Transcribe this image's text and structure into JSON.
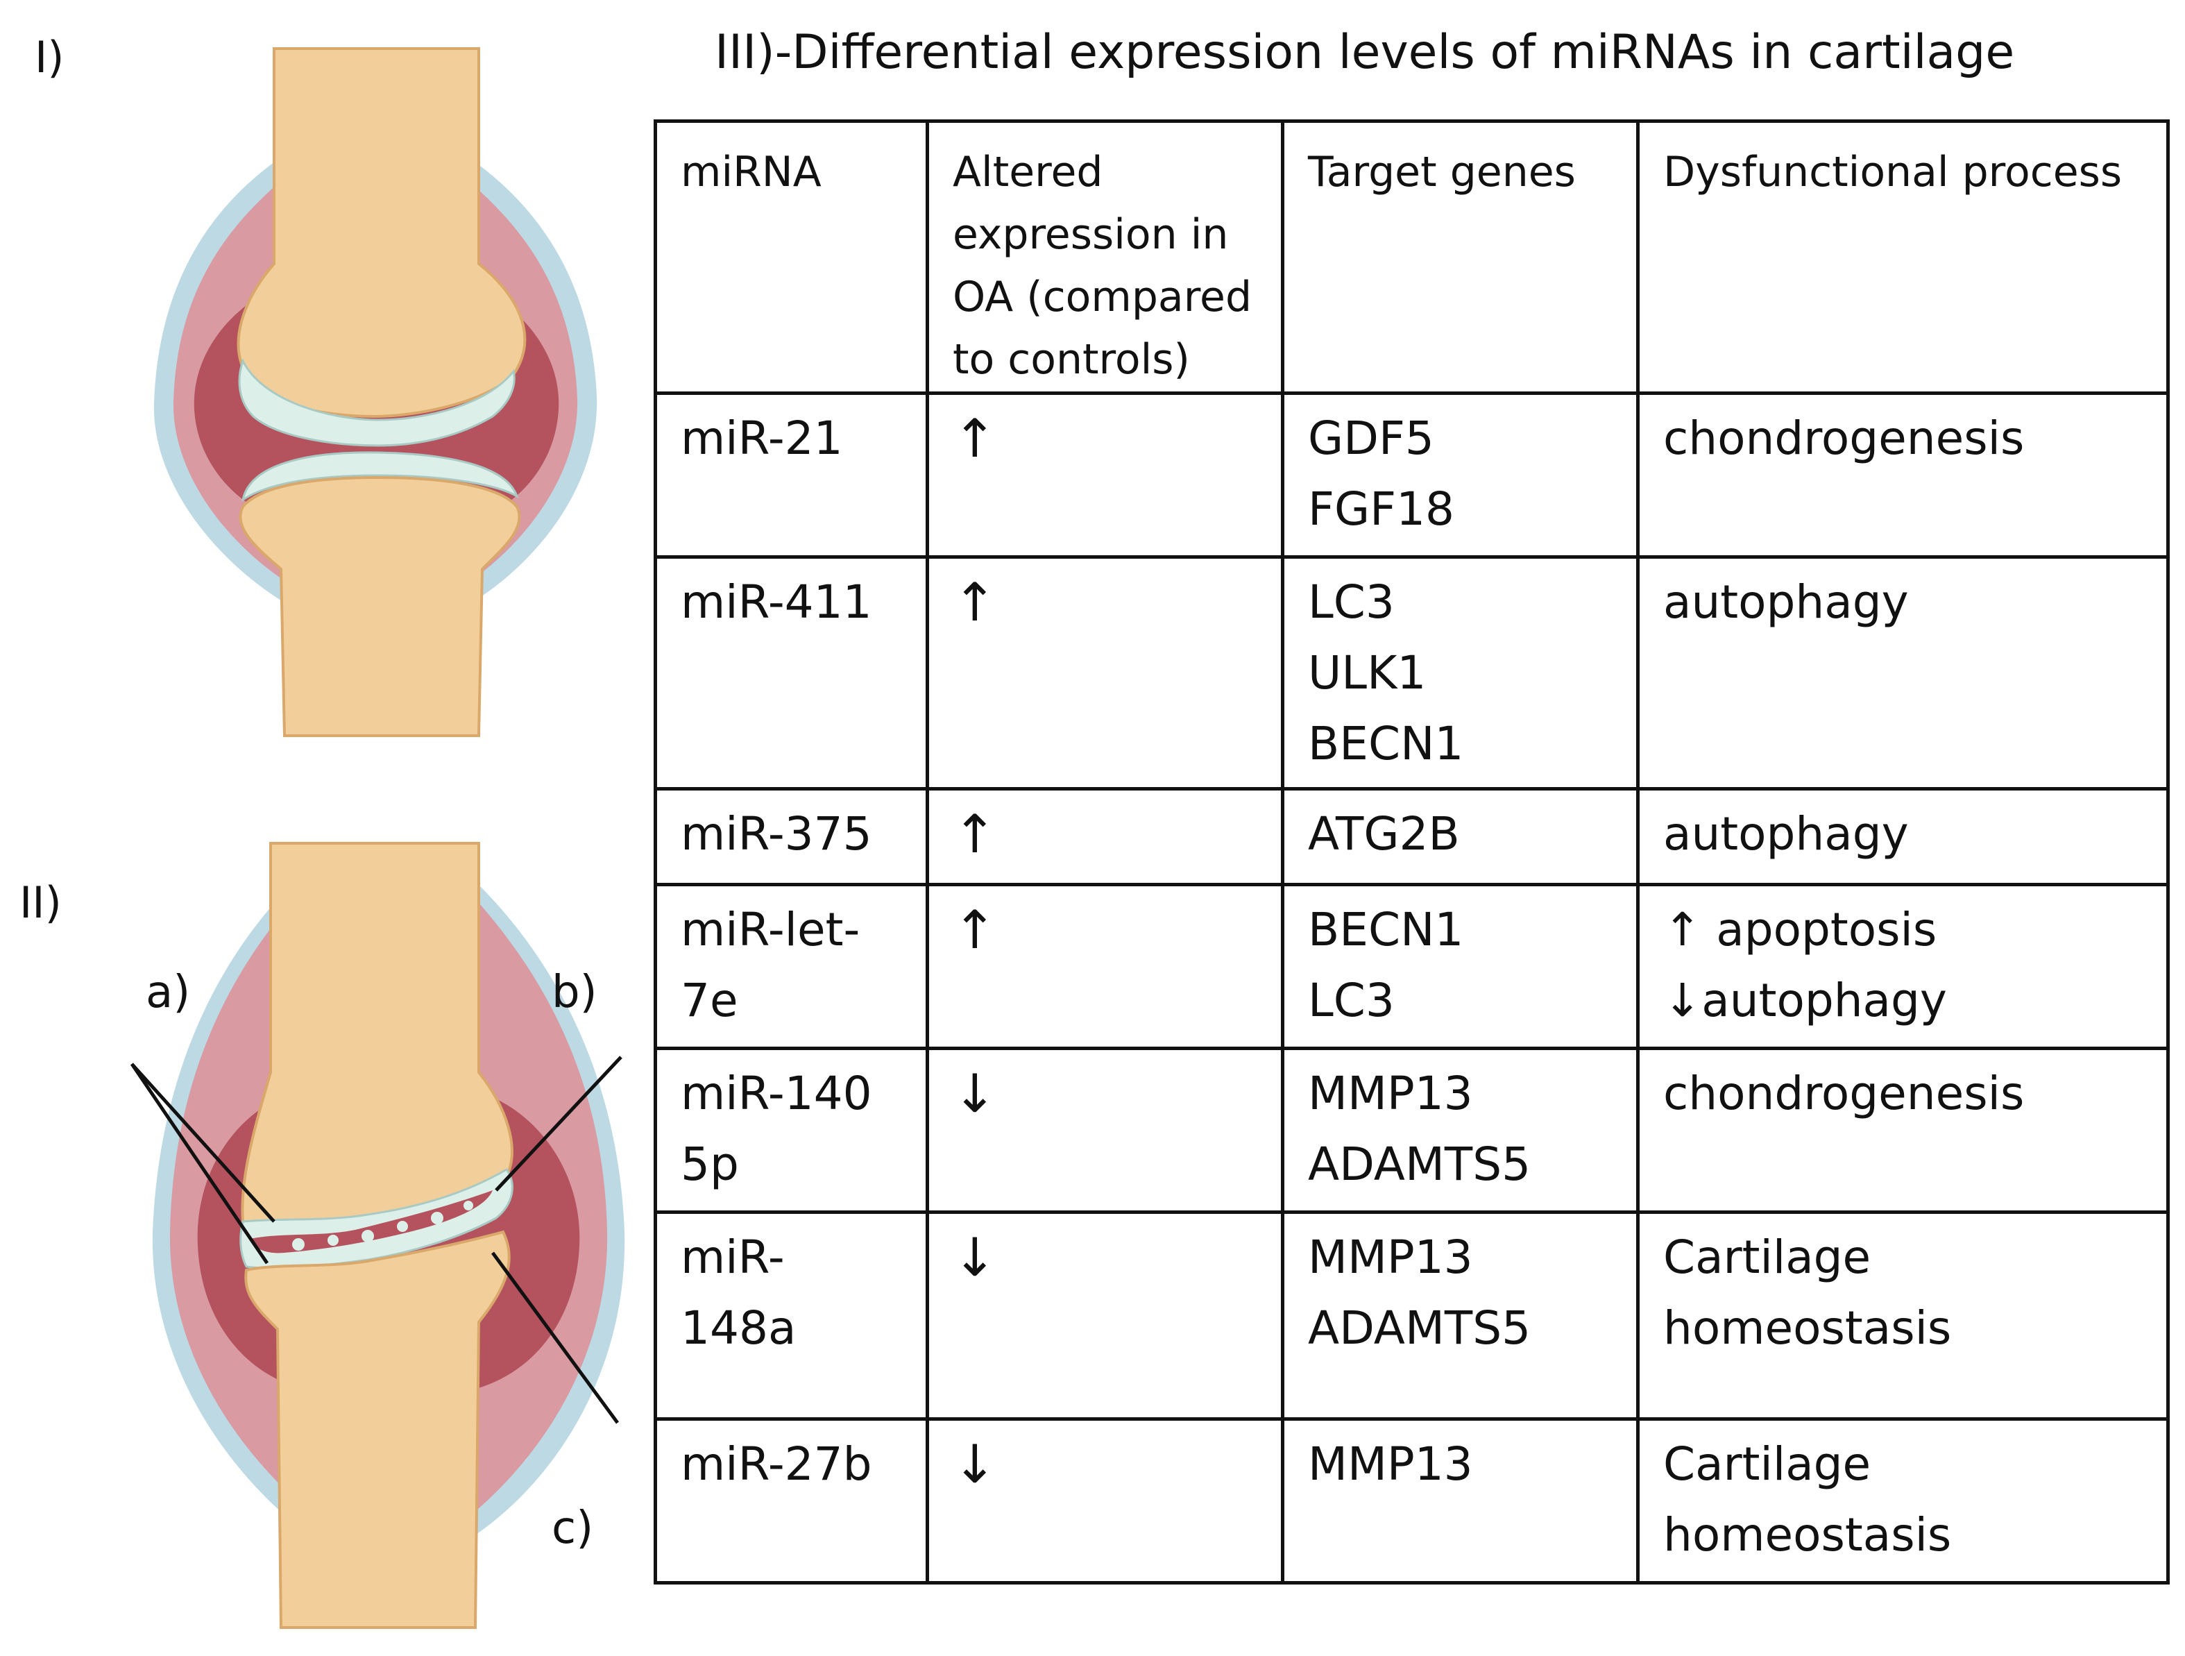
{
  "panels": {
    "healthy_label": "I)",
    "oa_label": "II)",
    "annotations": {
      "a": "a)",
      "b": "b)",
      "c": "c)"
    }
  },
  "colors": {
    "bone": "#f2cf9a",
    "bone_shadow": "#d9a86a",
    "synovium": "#d99aa2",
    "capsule": "#bcd9e4",
    "joint_cavity": "#b4525e",
    "cartilage": "#dcefe9"
  },
  "table": {
    "title": "III)-Differential expression levels of miRNAs in cartilage",
    "headers": [
      [
        "miRNA"
      ],
      [
        "Altered",
        "expression  in",
        "OA (compared",
        "to  controls)"
      ],
      [
        "Target genes"
      ],
      [
        "Dysfunctional  process"
      ]
    ],
    "rows": [
      {
        "mirna": [
          "miR-21"
        ],
        "change": "↑",
        "targets": [
          "GDF5",
          "FGF18"
        ],
        "process": [
          "chondrogenesis"
        ]
      },
      {
        "mirna": [
          "miR-411"
        ],
        "change": "↑",
        "targets": [
          "LC3",
          "ULK1",
          "BECN1"
        ],
        "process": [
          "autophagy"
        ]
      },
      {
        "mirna": [
          "miR-375"
        ],
        "change": "↑",
        "targets": [
          "ATG2B"
        ],
        "process": [
          "autophagy"
        ]
      },
      {
        "mirna": [
          "miR-let-",
          "7e"
        ],
        "change": "↑",
        "targets": [
          "BECN1",
          "LC3"
        ],
        "process": [
          "↑ apoptosis",
          "↓autophagy"
        ]
      },
      {
        "mirna": [
          "miR-140",
          "5p"
        ],
        "change": "↓",
        "targets": [
          "MMP13",
          "ADAMTS5"
        ],
        "process": [
          "chondrogenesis"
        ]
      },
      {
        "mirna": [
          "miR-",
          "148a"
        ],
        "change": "↓",
        "targets": [
          " MMP13",
          "ADAMTS5"
        ],
        "process": [
          "Cartilage",
          "homeostasis"
        ]
      },
      {
        "mirna": [
          "miR-27b"
        ],
        "change": "↓",
        "targets": [
          "MMP13"
        ],
        "process": [
          "Cartilage",
          "homeostasis"
        ]
      }
    ]
  }
}
